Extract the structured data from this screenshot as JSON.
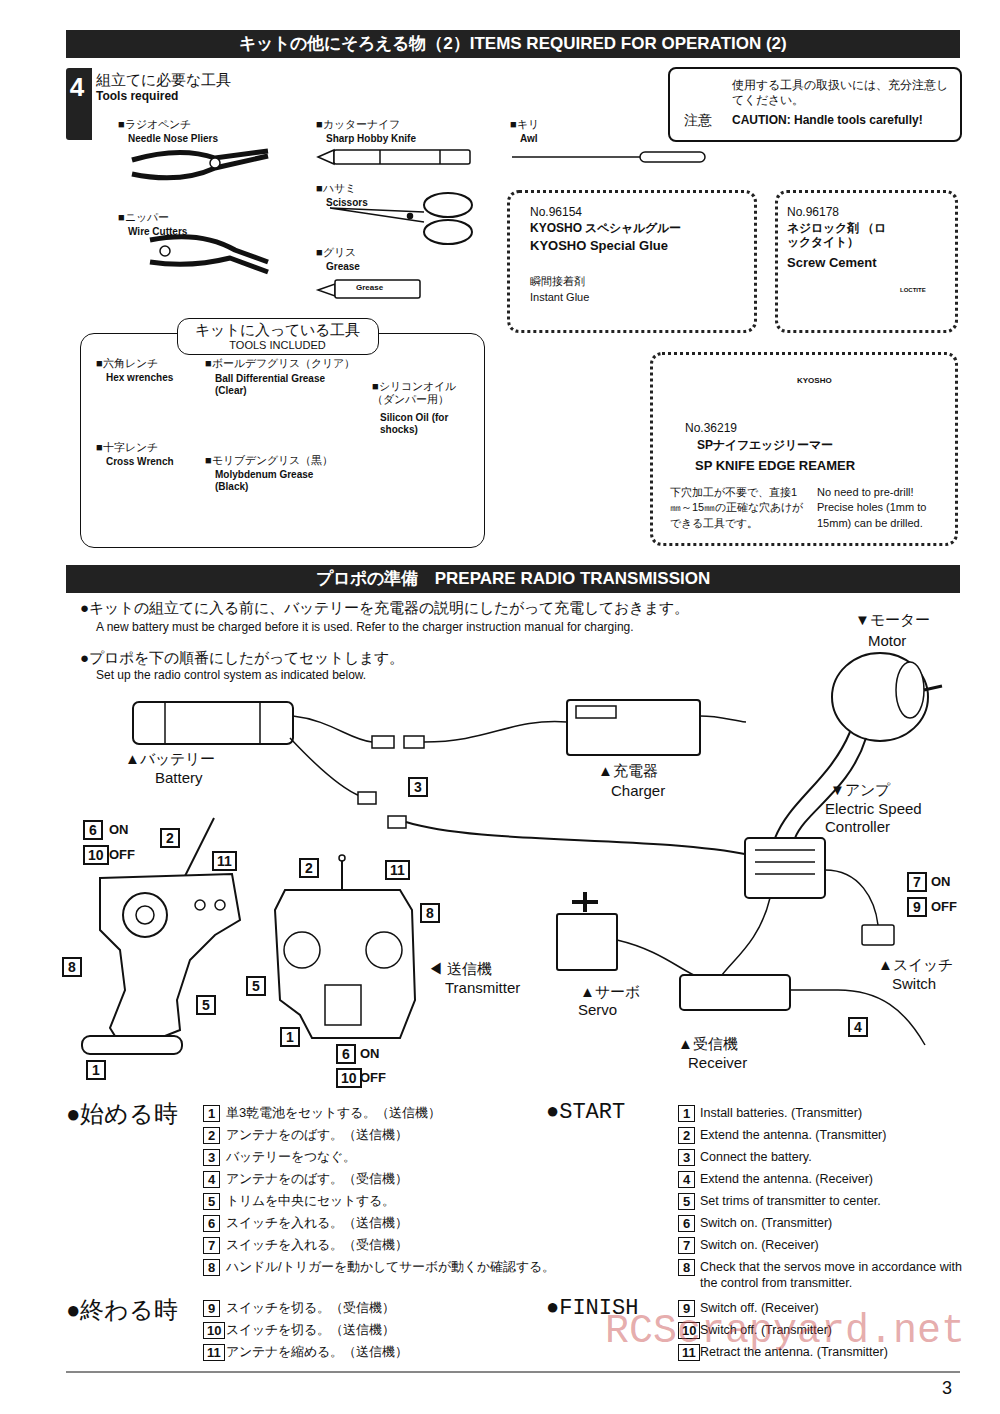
{
  "diagram": {
    "nodes": [
      {
        "text": [
          "キットの他にそろえる物（2）ITEMS REQUIRED FOR OPERATION (2)"
        ]
      },
      {
        "text": [
          "4"
        ]
      },
      {
        "text": [
          "注意",
          "使用する工具の取扱いには、充分注意してください。",
          "CAUTION: Handle tools carefully!"
        ]
      },
      {
        "text": [
          "No.96154",
          "KYOSHO スペシャルグルー",
          "KYOSHO Special Glue",
          "瞬間接着剤",
          "Instant Glue"
        ]
      },
      {
        "text": [
          "No.96178",
          "ネジロック剤 （ロックタイト）",
          "Screw Cement"
        ]
      },
      {
        "text": [
          "No.36219",
          "SPナイフエッジリーマー",
          "SP KNIFE EDGE REAMER",
          "下穴加工が不要で、直接1㎜～15㎜の正確な穴あけができる工具です。",
          "No need to pre-drill! Precise holes (1mm to 15mm) can be drilled."
        ]
      },
      {
        "text": [
          "キットに入っている工具",
          "TOOLS INCLUDED"
        ]
      },
      {
        "text": [
          "プロポの準備　PREPARE RADIO TRANSMISSION"
        ]
      }
    ],
    "labels": [
      "組立てに必要な工具",
      "Tools required",
      "■ラジオペンチ",
      "Needle Nose Pliers",
      "■ニッパー",
      "Wire Cutters",
      "■カッターナイフ",
      "Sharp Hobby Knife",
      "■ハサミ",
      "Scissors",
      "■グリス",
      "Grease",
      "Grease",
      "■キリ",
      "Awl",
      "LOCTITE",
      "KYOSHO",
      "■六角レンチ",
      "Hex wrenches",
      "■十字レンチ",
      "Cross Wrench",
      "■ボールデフグリス（クリア）",
      "Ball Differential Grease (Clear)",
      "■モリブデングリス（黒）",
      "Molybdenum Grease (Black)",
      "■シリコンオイル （ダンパー用）",
      "Silicon Oil (for shocks)",
      "●キットの組立てに入る前に、バッテリーを充電器の説明にしたがって充電しておきます。",
      "A new battery must be charged before it is used. Refer to the charger instruction manual for charging.",
      "●プロポを下の順番にしたがってセットします。",
      "Set up the radio control system as indicated below.",
      "▼モーター",
      "Motor",
      "▲バッテリー",
      "Battery",
      "▲充電器",
      "Charger",
      "▼アンプ",
      "Electric Speed Controller",
      "◀ 送信機",
      "Transmitter",
      "▲サーボ",
      "Servo",
      "▲受信機",
      "Receiver",
      "▲スイッチ",
      "Switch",
      "6",
      "ON",
      "10",
      "OFF",
      "2",
      "11",
      "8",
      "5",
      "1",
      "2",
      "11",
      "8",
      "5",
      "1",
      "6",
      "ON",
      "10",
      "OFF",
      "3",
      "4",
      "7",
      "ON",
      "9",
      "OFF",
      "●始める時",
      "1",
      "単3乾電池をセットする。（送信機）",
      "2",
      "アンテナをのばす。（送信機）",
      "3",
      "バッテリーをつなぐ。",
      "4",
      "アンテナをのばす。（受信機）",
      "5",
      "トリムを中央にセットする。",
      "6",
      "スイッチを入れる。（送信機）",
      "7",
      "スイッチを入れる。（受信機）",
      "8",
      "ハンドル/トリガーを動かしてサーボが動くか確認する。",
      "●START",
      "1",
      "Install batteries. (Transmitter)",
      "2",
      "Extend the antenna. (Transmitter)",
      "3",
      "Connect the battery.",
      "4",
      "Extend the antenna. (Receiver)",
      "5",
      "Set trims of transmitter to center.",
      "6",
      "Switch on. (Transmitter)",
      "7",
      "Switch on. (Receiver)",
      "8",
      "Check that the servos move in accordance with the control from transmitter.",
      "●終わる時",
      "9",
      "スイッチを切る。（受信機）",
      "10",
      "スイッチを切る。（送信機）",
      "11",
      "アンテナを縮める。（送信機）",
      "●FINISH",
      "9",
      "Switch off. (Receiver)",
      "10",
      "Switch off. (Transmitter)",
      "11",
      "Retract the antenna. (Transmitter)",
      "RCScrapyard.net",
      "3"
    ]
  }
}
